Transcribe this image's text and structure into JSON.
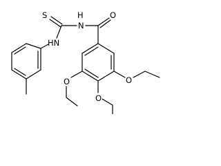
{
  "molecule": {
    "atoms": {
      "thiocarbonyl_sulfur": "S",
      "thiourea_nh_left": "HN",
      "thiourea_n_right": "N",
      "amide_nh": "H",
      "carbonyl_oxygen": "O",
      "ethoxy_oxygen_left": "O",
      "ethoxy_oxygen_middle": "O",
      "ethoxy_oxygen_right": "O"
    }
  }
}
